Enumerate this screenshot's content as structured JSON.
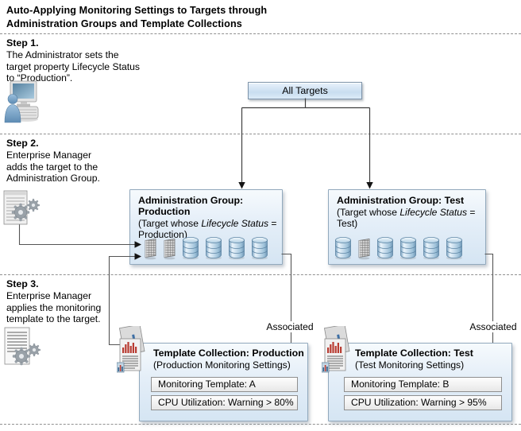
{
  "title": {
    "line1": "Auto-Applying Monitoring Settings to Targets through",
    "line2": "Administration Groups and Template Collections"
  },
  "steps": [
    {
      "label": "Step 1.",
      "lines": [
        "The Administrator sets the",
        "target property Lifecycle Status",
        "to “Production”."
      ],
      "icon": "administrator-at-computer-icon"
    },
    {
      "label": "Step 2.",
      "lines": [
        "Enterprise Manager",
        "adds the target to the",
        "Administration Group."
      ],
      "icon": "panel-gears-icon"
    },
    {
      "label": "Step 3.",
      "lines": [
        "Enterprise Manager",
        "applies the monitoring",
        "template to the target."
      ],
      "icon": "document-gears-icon"
    }
  ],
  "all_targets": {
    "label": "All Targets"
  },
  "admin_groups": [
    {
      "title": "Administration Group: Production",
      "subtitle_prefix": "(Target whose ",
      "subtitle_italic": "Lifecycle Status",
      "subtitle_suffix": " =",
      "subtitle_line2": "Production)",
      "member_icons": [
        "target-grid-icon",
        "target-grid-icon",
        "database-cylinder-icon",
        "database-cylinder-icon",
        "database-cylinder-icon",
        "database-cylinder-icon"
      ]
    },
    {
      "title": "Administration Group: Test",
      "subtitle_prefix": "(Target whose ",
      "subtitle_italic": "Lifecycle Status",
      "subtitle_suffix": " =",
      "subtitle_line2": "Test)",
      "member_icons": [
        "database-cylinder-icon",
        "target-grid-icon",
        "database-cylinder-icon",
        "database-cylinder-icon",
        "database-cylinder-icon",
        "database-cylinder-icon"
      ]
    }
  ],
  "template_collections": [
    {
      "title": "Template Collection: Production",
      "subtitle": "(Production Monitoring Settings)",
      "rows": [
        "Monitoring Template: A",
        "CPU Utilization: Warning > 80%"
      ],
      "associated_label": "Associated",
      "icon": "chart-documents-icon"
    },
    {
      "title": "Template Collection: Test",
      "subtitle": "(Test Monitoring Settings)",
      "rows": [
        "Monitoring Template: B",
        "CPU Utilization: Warning > 95%"
      ],
      "associated_label": "Associated",
      "icon": "chart-documents-icon"
    }
  ],
  "colors": {
    "box_border": "#92a9bd",
    "box_fill_light": "#f6fafd",
    "box_fill_blue": "#d5e5f3",
    "all_targets_fill": "#c8ddf0",
    "row_border": "#8f8f8f",
    "connector_line": "#4a4a4a",
    "dashed_separator": "#909090",
    "database_blue": "#7ba3c2",
    "chart_bar_red": "#b93c32",
    "chart_bar_blue": "#3d6fa5"
  }
}
